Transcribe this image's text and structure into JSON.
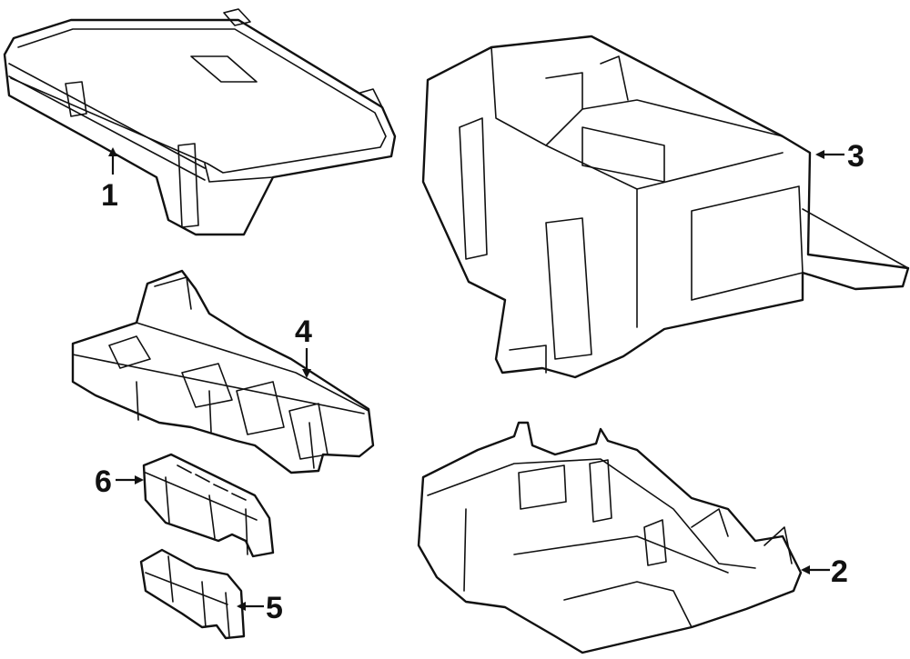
{
  "diagram": {
    "callouts": [
      {
        "id": "1",
        "label": "1"
      },
      {
        "id": "2",
        "label": "2"
      },
      {
        "id": "3",
        "label": "3"
      },
      {
        "id": "4",
        "label": "4"
      },
      {
        "id": "5",
        "label": "5"
      },
      {
        "id": "6",
        "label": "6"
      }
    ],
    "colors": {
      "line": "#111111",
      "background": "#ffffff"
    }
  }
}
